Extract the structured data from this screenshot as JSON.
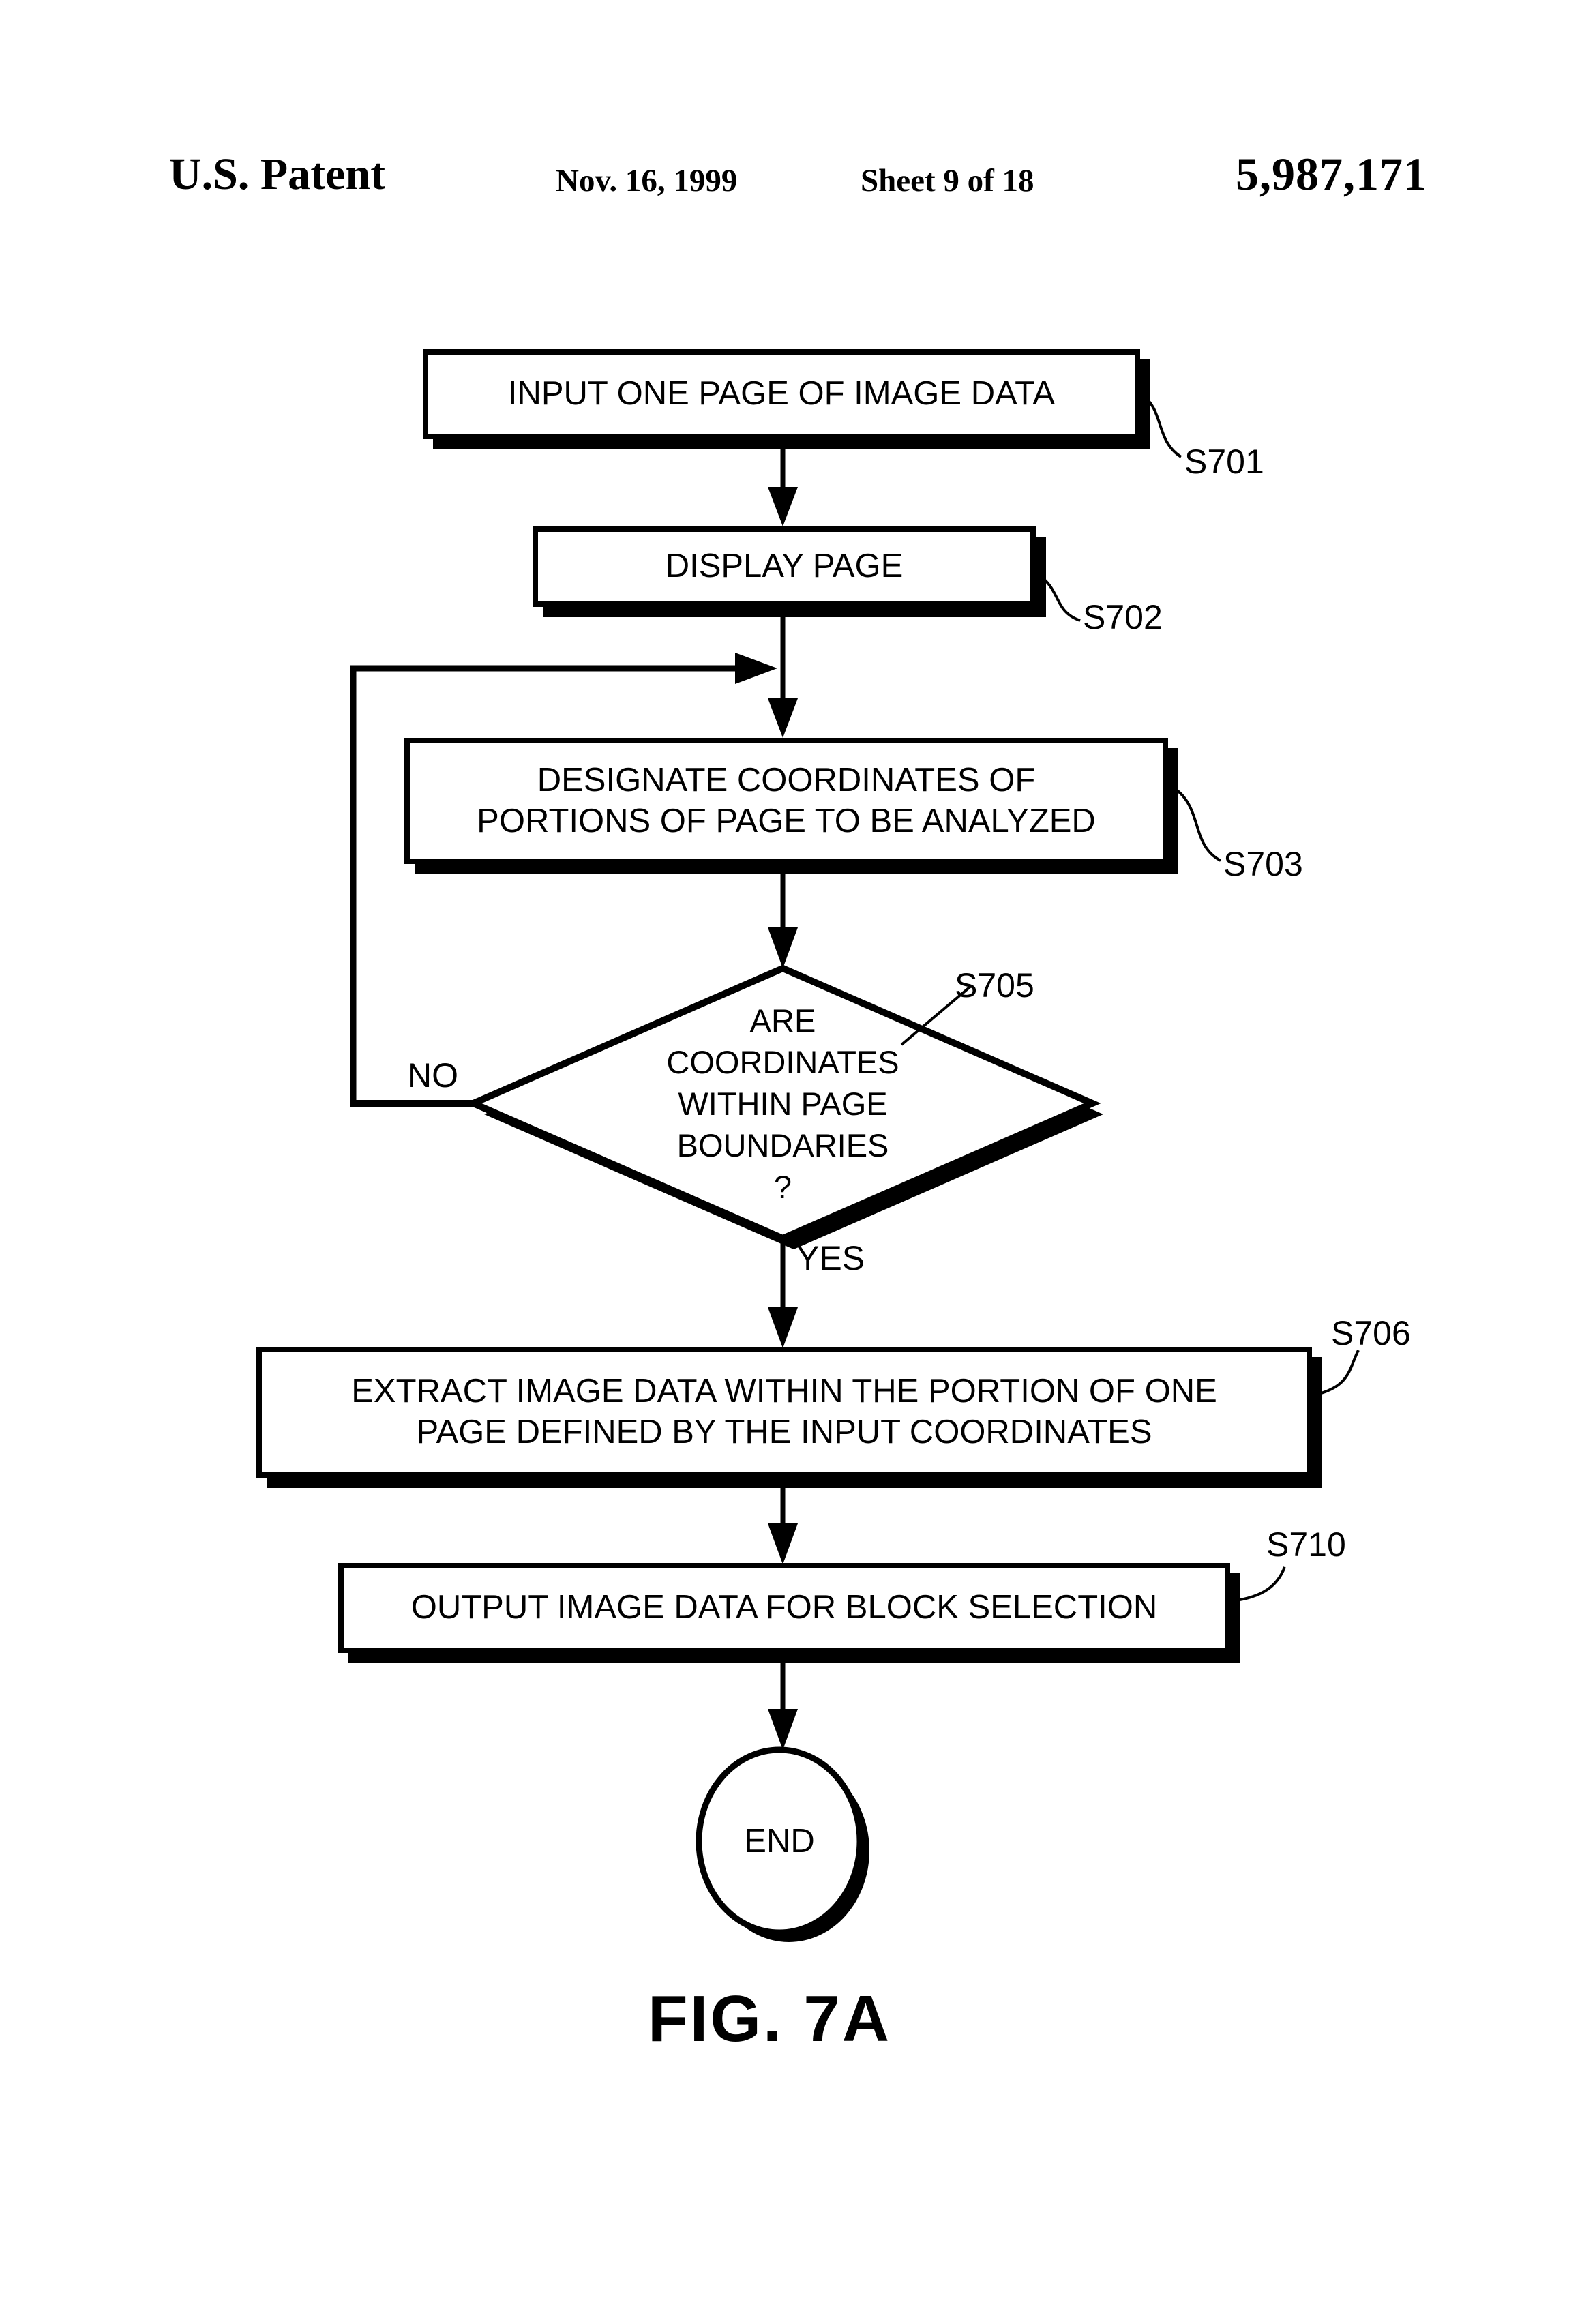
{
  "header": {
    "title": "U.S. Patent",
    "date": "Nov. 16, 1999",
    "sheet": "Sheet 9 of 18",
    "patent_number": "5,987,171"
  },
  "flowchart": {
    "boxes": {
      "input": {
        "step": "S701",
        "line1": "INPUT ONE PAGE OF IMAGE DATA"
      },
      "display": {
        "step": "S702",
        "line1": "DISPLAY PAGE"
      },
      "designate": {
        "step": "S703",
        "line1": "DESIGNATE COORDINATES OF",
        "line2": "PORTIONS OF PAGE TO BE ANALYZED"
      },
      "extract": {
        "step": "S706",
        "line1": "EXTRACT IMAGE DATA WITHIN THE PORTION OF ONE",
        "line2": "PAGE DEFINED BY THE INPUT COORDINATES"
      },
      "output": {
        "step": "S710",
        "line1": "OUTPUT IMAGE DATA FOR BLOCK SELECTION"
      }
    },
    "decision": {
      "step": "S705",
      "line1": "ARE",
      "line2": "COORDINATES",
      "line3": "WITHIN PAGE",
      "line4": "BOUNDARIES",
      "line5": "?",
      "no_label": "NO",
      "yes_label": "YES"
    },
    "terminator": {
      "label": "END"
    },
    "caption": "FIG. 7A"
  },
  "colors": {
    "ink": "#000000",
    "paper": "#ffffff"
  }
}
